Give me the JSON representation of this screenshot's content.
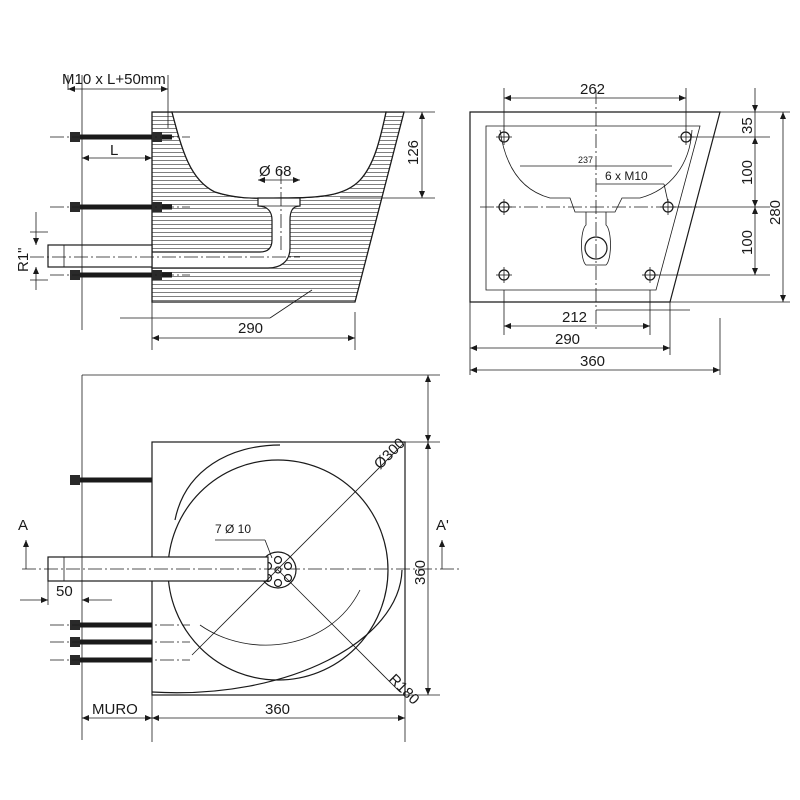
{
  "labels": {
    "bolt_spec": "M10 x L+50mm",
    "bolt_length": "L",
    "side_height": "126",
    "drain_dia": "Ø 68",
    "pipe_thread": "R1\"",
    "side_depth": "290",
    "rear_top_width": "262",
    "rear_small": "237",
    "rear_bolts": "6 x M10",
    "rear_bottom_inner": "212",
    "rear_bottom_mid": "290",
    "rear_bottom_outer": "360",
    "rear_v1": "35",
    "rear_v2": "100",
    "rear_v3": "100",
    "rear_v_total": "280",
    "plan_bowl_dia": "Ø300",
    "plan_holes": "7 Ø 10",
    "section_a": "A",
    "section_a_prime": "A'",
    "plan_offset": "50",
    "plan_depth": "360",
    "plan_radius": "R180",
    "wall_label": "MURO",
    "plan_width": "360"
  }
}
